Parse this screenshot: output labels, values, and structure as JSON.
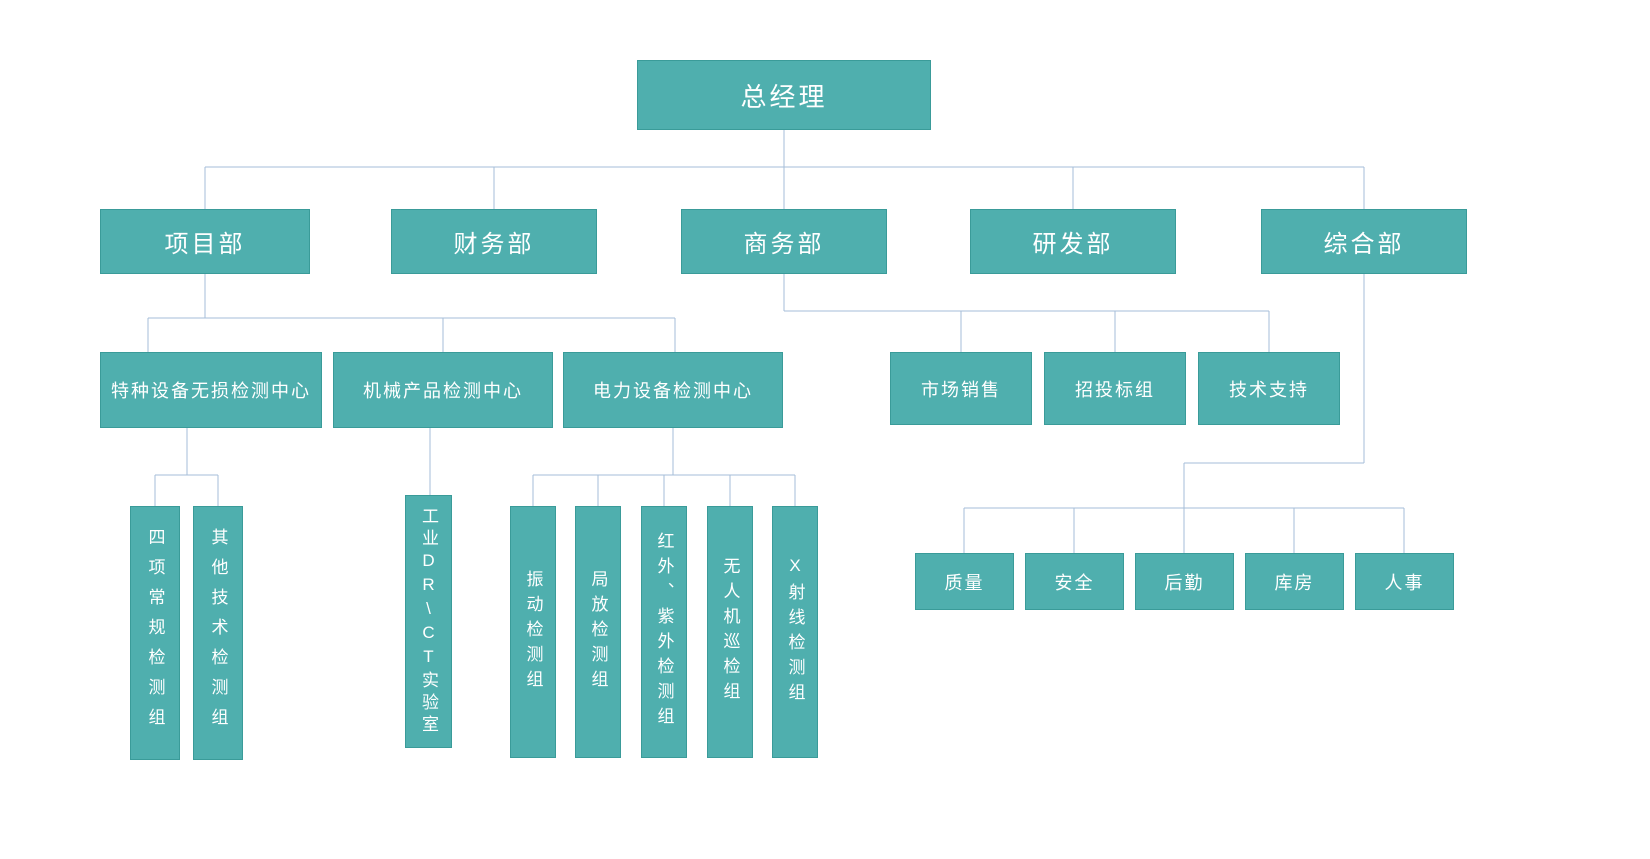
{
  "colors": {
    "box_fill": "#4fafae",
    "box_border": "#3a9b99",
    "connector": "#a6bdd8",
    "box_text": "#ffffff",
    "background": "#ffffff"
  },
  "org": {
    "root": {
      "label": "总经理"
    },
    "departments": [
      {
        "label": "项目部"
      },
      {
        "label": "财务部"
      },
      {
        "label": "商务部"
      },
      {
        "label": "研发部"
      },
      {
        "label": "综合部"
      }
    ],
    "project_centers": [
      {
        "label": "特种设备无损检测中心"
      },
      {
        "label": "机械产品检测中心"
      },
      {
        "label": "电力设备检测中心"
      }
    ],
    "business_groups": [
      {
        "label": "市场销售"
      },
      {
        "label": "招投标组"
      },
      {
        "label": "技术支持"
      }
    ],
    "general_groups": [
      {
        "label": "质量"
      },
      {
        "label": "安全"
      },
      {
        "label": "后勤"
      },
      {
        "label": "库房"
      },
      {
        "label": "人事"
      }
    ],
    "special_equipment_teams": [
      {
        "label": "四项常规检测组"
      },
      {
        "label": "其他技术检测组"
      }
    ],
    "mechanical_teams": [
      {
        "label": "工业DR\\CT实验室"
      }
    ],
    "power_teams": [
      {
        "label": "振动检测组"
      },
      {
        "label": "局放检测组"
      },
      {
        "label": "红外、紫外检测组"
      },
      {
        "label": "无人机巡检组"
      },
      {
        "label": "X射线检测组"
      }
    ]
  }
}
